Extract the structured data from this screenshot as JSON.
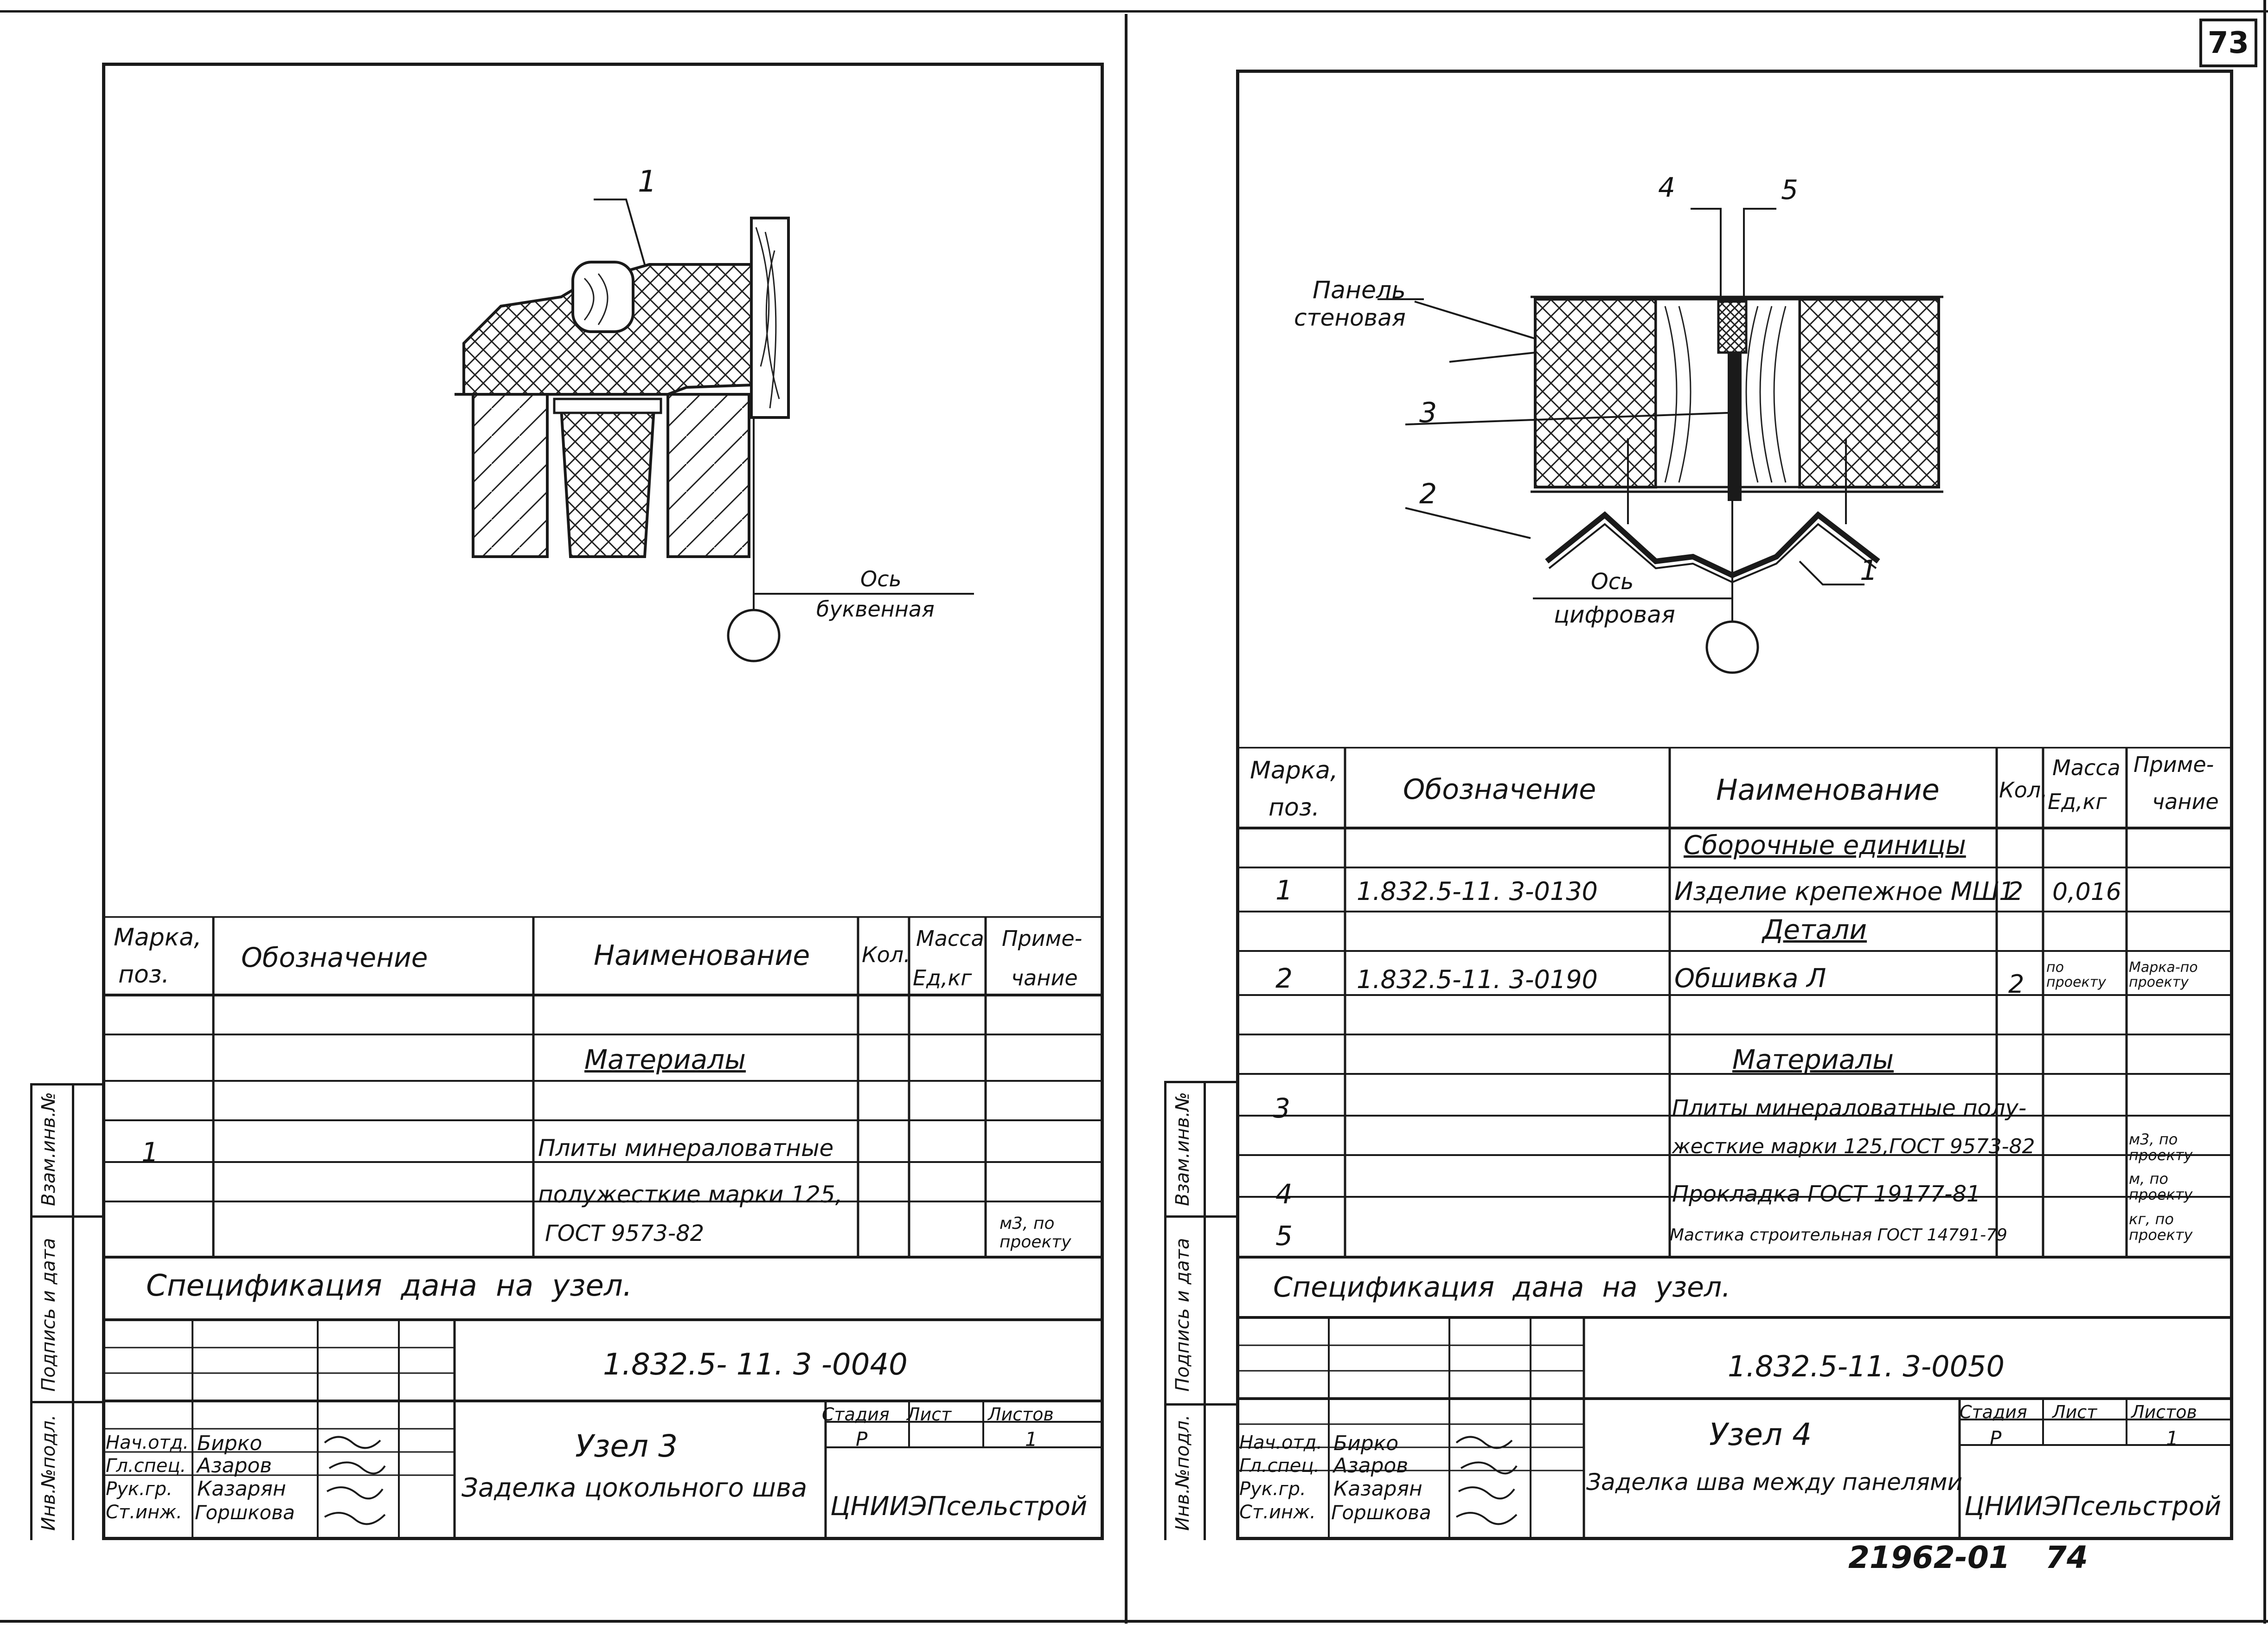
{
  "page_number": "73",
  "footer": {
    "archive_no": "21962-01",
    "next_page": "74"
  },
  "left": {
    "drawing": {
      "callout_1": "1",
      "axis_line1": "Ось",
      "axis_line2": "буквенная"
    },
    "spec": {
      "headers": {
        "pos": [
          "Марка,",
          "поз."
        ],
        "designation": "Обозначение",
        "name": "Наименование",
        "qty": "Кол.",
        "mass": [
          "Масса",
          "Ед,кг"
        ],
        "note": [
          "Приме-",
          "чание"
        ]
      },
      "section": "Материалы",
      "rows": [
        {
          "pos": "1",
          "name": "Плиты минераловатные",
          "note": ""
        },
        {
          "pos": "",
          "name": "полужесткие марки 125,",
          "note": ""
        },
        {
          "pos": "",
          "name": "ГОСТ 9573-82",
          "note": [
            "м3, по",
            "проекту"
          ]
        }
      ],
      "footnote": "Спецификация дана на узел."
    },
    "title_block": {
      "code": "1.832.5- 11. 3 -0040",
      "title": "Узел 3",
      "subtitle": "Заделка цокольного шва",
      "stage_hdr": "Стадия",
      "sheet_hdr": "Лист",
      "sheets_hdr": "Листов",
      "stage": "Р",
      "sheet": "",
      "sheets": "1",
      "org": "ЦНИИЭПсельстрой",
      "people": [
        {
          "role": "Нач.отд.",
          "name": "Бирко"
        },
        {
          "role": "Гл.спец.",
          "name": "Азаров"
        },
        {
          "role": "Рук.гр.",
          "name": "Казарян"
        },
        {
          "role": "Ст.инж.",
          "name": "Горшкова"
        }
      ],
      "side_labels": [
        "Инв.№подл.",
        "Подпись и дата",
        "Взам.инв.№"
      ]
    }
  },
  "right": {
    "drawing": {
      "callout_4": "4",
      "callout_5": "5",
      "callout_3": "3",
      "callout_2": "2",
      "callout_1": "1",
      "panel_line1": "Панель",
      "panel_line2": "стеновая",
      "axis_line1": "Ось",
      "axis_line2": "цифровая"
    },
    "spec": {
      "headers": {
        "pos": [
          "Марка,",
          "поз."
        ],
        "designation": "Обозначение",
        "name": "Наименование",
        "qty": "Кол.",
        "mass": [
          "Масса",
          "Ед,кг"
        ],
        "note": [
          "Приме-",
          "чание"
        ]
      },
      "rows": [
        {
          "pos": "",
          "des": "",
          "name": "Сборочные единицы",
          "qty": "",
          "mass": "",
          "note": "",
          "heading": true
        },
        {
          "pos": "1",
          "des": "1.832.5-11. 3-0130",
          "name": "Изделие крепежное МШ1",
          "qty": "2",
          "mass": "0,016",
          "note": ""
        },
        {
          "pos": "",
          "des": "",
          "name": "Детали",
          "qty": "",
          "mass": "",
          "note": "",
          "heading": true
        },
        {
          "pos": "2",
          "des": "1.832.5-11. 3-0190",
          "name": "Обшивка Л",
          "qty": "2",
          "mass": "по проекту",
          "note": "Марка-по проекту"
        },
        {
          "pos": "",
          "des": "",
          "name": "",
          "qty": "",
          "mass": "",
          "note": ""
        },
        {
          "pos": "",
          "des": "",
          "name": "Материалы",
          "qty": "",
          "mass": "",
          "note": "",
          "heading": true
        },
        {
          "pos": "3",
          "des": "",
          "name": "Плиты минераловатные полу-",
          "qty": "",
          "mass": "",
          "note": ""
        },
        {
          "pos": "",
          "des": "",
          "name": "жесткие марки 125,ГОСТ 9573-82",
          "qty": "",
          "mass": "",
          "note": "м3, по проекту"
        },
        {
          "pos": "4",
          "des": "",
          "name": "Прокладка ГОСТ 19177-81",
          "qty": "",
          "mass": "",
          "note": "м, по проекту"
        },
        {
          "pos": "5",
          "des": "",
          "name": "Мастика строительная ГОСТ 14791-79",
          "qty": "",
          "mass": "",
          "note": "кг, по проекту"
        }
      ],
      "footnote": "Спецификация дана на узел."
    },
    "title_block": {
      "code": "1.832.5-11. 3-0050",
      "title": "Узел 4",
      "subtitle": "Заделка шва между панелями",
      "stage_hdr": "Стадия",
      "sheet_hdr": "Лист",
      "sheets_hdr": "Листов",
      "stage": "Р",
      "sheet": "",
      "sheets": "1",
      "org": "ЦНИИЭПсельстрой",
      "people": [
        {
          "role": "Нач.отд.",
          "name": "Бирко"
        },
        {
          "role": "Гл.спец.",
          "name": "Азаров"
        },
        {
          "role": "Рук.гр.",
          "name": "Казарян"
        },
        {
          "role": "Ст.инж.",
          "name": "Горшкова"
        }
      ],
      "side_labels": [
        "Инв.№подл.",
        "Подпись и дата",
        "Взам.инв.№"
      ]
    }
  }
}
